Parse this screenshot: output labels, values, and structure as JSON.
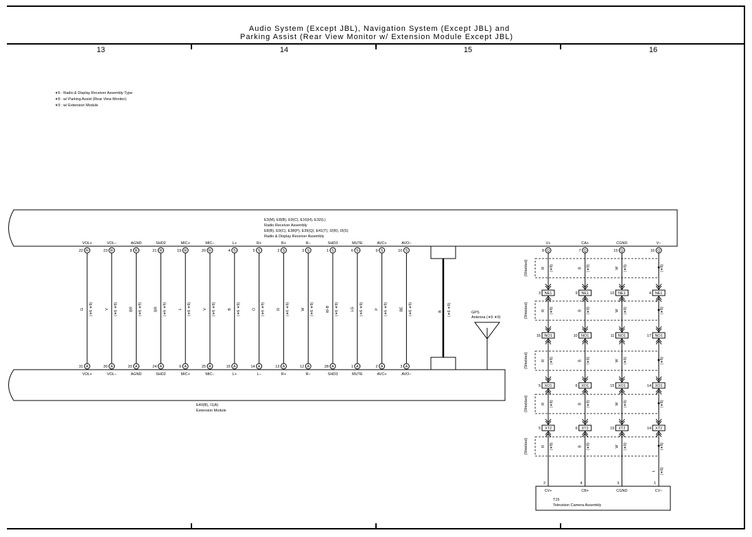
{
  "title": {
    "line1": "Audio System (Except JBL), Navigation System (Except JBL) and",
    "line2": "Parking Assist (Rear View Monitor w/ Extension Module Except JBL)"
  },
  "columns": [
    "13",
    "14",
    "15",
    "16"
  ],
  "notes": [
    "∗6 : Radio & Display Receiver Assembly Type",
    "∗8 : w/ Parking Assist (Rear View Monitor)",
    "∗9 : w/ Extension Module"
  ],
  "radio_assembly": {
    "line1": "E3(M), E8(B), E9(C), E16(H), E32(L)",
    "line2": "Radio Receiver Assembly",
    "line3": "E8(B), E9(C), E38(P), E39(Q), E41(T), I2(R), I3(S)",
    "line4": "Radio & Display Receiver Assembly"
  },
  "extension_module": {
    "line1": "E40(B), I1(A)",
    "line2": "Extension Module"
  },
  "camera": {
    "line1": "T15",
    "line2": "Television Camera Assembly"
  },
  "gps": {
    "line1": "GPS",
    "line2": "Antenna (∗6 ∗9)",
    "wire": "B",
    "tag": "(∗6 ∗9)"
  },
  "shielded_label": "(Shielded)",
  "wire_tag": "(∗6 ∗9)",
  "wire_tag_cam": "(∗8)",
  "cam_extra_wire": "L",
  "audio_wires": [
    {
      "top_label": "VOL+",
      "top_pin": "22",
      "top_conn": "R",
      "color": "G",
      "bot_pin": "31",
      "bot_conn": "A",
      "bot_label": "VOL+"
    },
    {
      "top_label": "VOL−",
      "top_pin": "23",
      "top_conn": "R",
      "color": "V",
      "bot_pin": "30",
      "bot_conn": "A",
      "bot_label": "VOL−"
    },
    {
      "top_label": "AGND",
      "top_pin": "8",
      "top_conn": "R",
      "color": "BR",
      "bot_pin": "20",
      "bot_conn": "A",
      "bot_label": "AGND"
    },
    {
      "top_label": "SHD2",
      "top_pin": "21",
      "top_conn": "R",
      "color": "BR",
      "bot_pin": "24",
      "bot_conn": "A",
      "bot_label": "SHD2"
    },
    {
      "top_label": "MIC+",
      "top_pin": "19",
      "top_conn": "R",
      "color": "L",
      "bot_pin": "9",
      "bot_conn": "A",
      "bot_label": "MIC+"
    },
    {
      "top_label": "MIC−",
      "top_pin": "20",
      "top_conn": "R",
      "color": "V",
      "bot_pin": "25",
      "bot_conn": "A",
      "bot_label": "MIC−"
    },
    {
      "top_label": "L+",
      "top_pin": "4",
      "top_conn": "S",
      "color": "B",
      "bot_pin": "15",
      "bot_conn": "A",
      "bot_label": "L+"
    },
    {
      "top_label": "R+",
      "top_pin": "5",
      "top_conn": "S",
      "color": "O",
      "bot_pin": "14",
      "bot_conn": "A",
      "bot_label": "L−"
    },
    {
      "top_label": "R+",
      "top_pin": "2",
      "top_conn": "S",
      "color": "R",
      "bot_pin": "13",
      "bot_conn": "A",
      "bot_label": "R+"
    },
    {
      "top_label": "R−",
      "top_pin": "3",
      "top_conn": "S",
      "color": "W",
      "bot_pin": "12",
      "bot_conn": "A",
      "bot_label": "R−"
    },
    {
      "top_label": "SHD3",
      "top_pin": "1",
      "top_conn": "S",
      "color": "W-B",
      "bot_pin": "28",
      "bot_conn": "A",
      "bot_label": "SHD3"
    },
    {
      "top_label": "MUTE",
      "top_pin": "6",
      "top_conn": "S",
      "color": "LG",
      "bot_pin": "1",
      "bot_conn": "A",
      "bot_label": "MUTE"
    },
    {
      "top_label": "AVC+",
      "top_pin": "9",
      "top_conn": "S",
      "color": "P",
      "bot_pin": "2",
      "bot_conn": "A",
      "bot_label": "AVC+"
    },
    {
      "top_label": "AVO−",
      "top_pin": "10",
      "top_conn": "S",
      "color": "BE",
      "bot_pin": "3",
      "bot_conn": "A",
      "bot_label": "AVO−"
    }
  ],
  "camera_wires": [
    {
      "top_label": "V+",
      "top_pin": "8",
      "top_conn": "Q",
      "color": "R",
      "ne": "3",
      "no": "16",
      "xo": "5",
      "xt": "5",
      "cam_pin": "2",
      "cam_label": "CV+"
    },
    {
      "top_label": "CA+",
      "top_pin": "7",
      "top_conn": "Q",
      "color": "B",
      "ne": "9",
      "no": "10",
      "xo": "6",
      "xt": "6",
      "cam_pin": "4",
      "cam_label": "CB+"
    },
    {
      "top_label": "CGND",
      "top_pin": "15",
      "top_conn": "Q",
      "color": "W",
      "ne": "10",
      "no": "11",
      "xo": "15",
      "xt": "15",
      "cam_pin": "3",
      "cam_label": "CGND"
    },
    {
      "top_label": "V−",
      "top_pin": "16",
      "top_conn": "Q",
      "color": "",
      "ne": "4",
      "no": "17",
      "xo": "14",
      "xt": "14",
      "cam_pin": "1",
      "cam_label": "CV−"
    }
  ],
  "inline_connectors": [
    "NE1",
    "NO1",
    "XO1",
    "XT2"
  ]
}
